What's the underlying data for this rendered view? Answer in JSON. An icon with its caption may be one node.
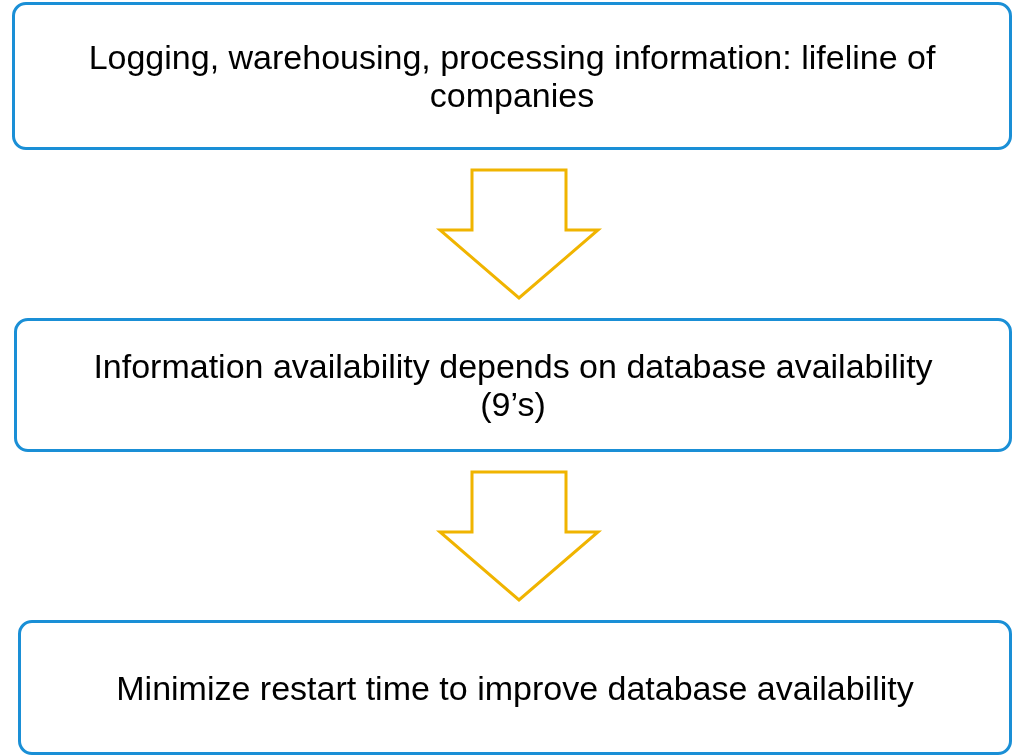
{
  "diagram": {
    "nodes": [
      {
        "text": [
          "Logging, warehousing, processing information: lifeline of companies"
        ]
      },
      {
        "text": [
          "Information availability depends on database availability (9’s)"
        ]
      },
      {
        "text": [
          "Minimize restart time to improve database availability"
        ]
      }
    ],
    "edges": [
      {
        "from": 0,
        "to": 1,
        "arrow": "to"
      },
      {
        "from": 1,
        "to": 2,
        "arrow": "to"
      }
    ]
  }
}
